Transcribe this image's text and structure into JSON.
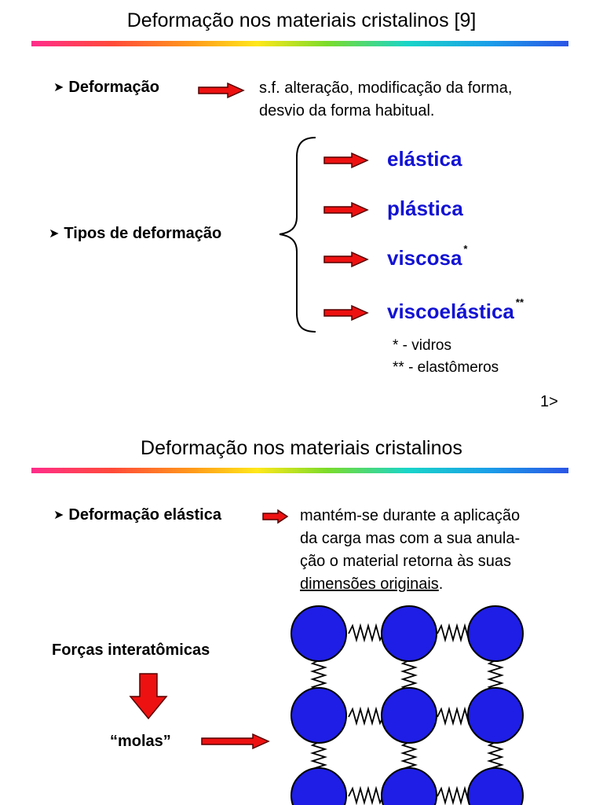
{
  "slide1": {
    "title": "Deformação nos materiais cristalinos [9]",
    "bullet1": {
      "label": "Deformação",
      "definition_line1": "s.f. alteração, modificação da forma,",
      "definition_line2": "desvio da forma habitual."
    },
    "bullet2": {
      "label": "Tipos de deformação"
    },
    "types": [
      {
        "label": "elástica",
        "mark": ""
      },
      {
        "label": "plástica",
        "mark": ""
      },
      {
        "label": "viscosa",
        "mark": "*"
      },
      {
        "label": "viscoelástica",
        "mark": "**"
      }
    ],
    "notes": [
      "* - vidros",
      "** - elastômeros"
    ],
    "page_marker": "1>"
  },
  "slide2": {
    "title": "Deformação nos materiais cristalinos",
    "bullet": {
      "label": "Deformação elástica",
      "line1": "mantém-se durante a aplicação",
      "line2": "da carga mas com a sua anula-",
      "line3": "ção o material retorna às suas",
      "line4_underlined": "dimensões originais",
      "line4_tail": "."
    },
    "forces_label": "Forças interatômicas",
    "springs_label": "“molas”"
  },
  "colors": {
    "type_blue": "#1212d4",
    "arrow_red": "#ee1111",
    "atom_blue": "#1e1ee6",
    "bullet_icon": "triangle-bullet-icon"
  }
}
